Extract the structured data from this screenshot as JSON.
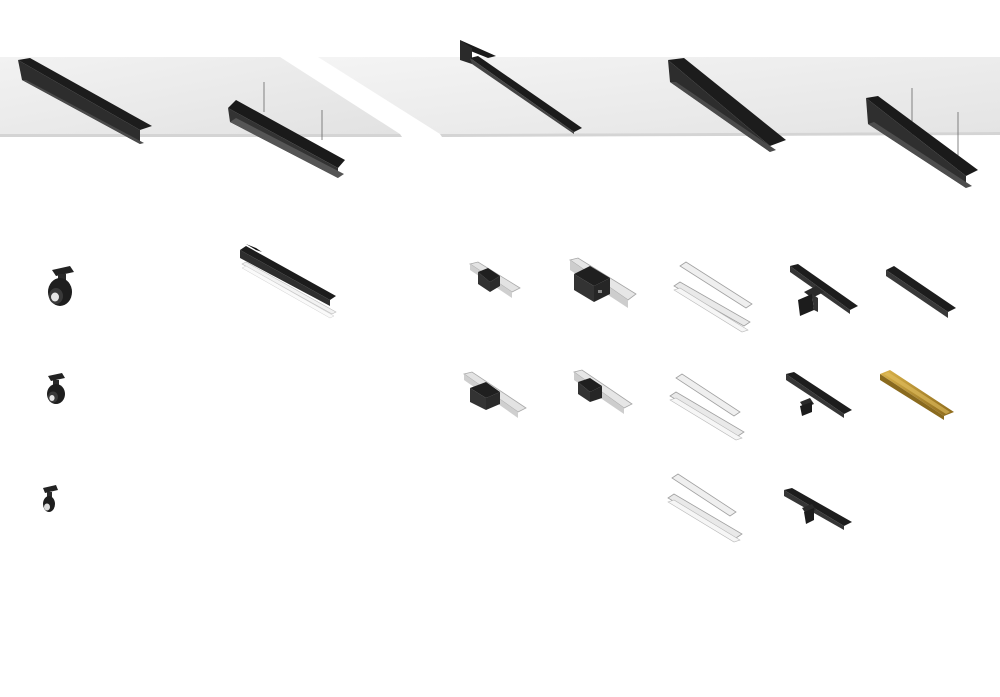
{
  "catalog": {
    "ceiling_profiles": [
      {
        "name": "recessed-track-left",
        "finish": "black"
      },
      {
        "name": "suspended-track-left",
        "finish": "black"
      },
      {
        "name": "trimless-track-center",
        "finish": "black"
      },
      {
        "name": "recessed-track-right",
        "finish": "black"
      },
      {
        "name": "suspended-track-right",
        "finish": "black"
      }
    ],
    "left_group": {
      "spotlights": [
        {
          "name": "track-spotlight-large",
          "finish": "black"
        },
        {
          "name": "track-spotlight-medium",
          "finish": "black"
        },
        {
          "name": "track-spotlight-small",
          "finish": "black"
        }
      ],
      "linear": [
        {
          "name": "linear-module-with-diffuser",
          "finish": "black"
        }
      ]
    },
    "right_group": {
      "columns": [
        {
          "name": "driver-connector",
          "items": 2,
          "finish": "silver"
        },
        {
          "name": "driver-box",
          "items": 2,
          "finish": "silver"
        },
        {
          "name": "mounting-profile",
          "items": 3,
          "finish": "silver"
        },
        {
          "name": "track-spot-on-rail",
          "items": 3,
          "finish": "black"
        },
        {
          "name": "linear-rail",
          "items": 2,
          "finish": "black / gold"
        }
      ]
    },
    "colors": {
      "ceiling": "#ececec",
      "ceiling_shade": "#dedede",
      "black": "#1d1d1d",
      "black_side": "#3a3a3a",
      "silver": "#c9c9c9",
      "gold": "#b8912f",
      "caption": "#e6e6e6"
    }
  }
}
